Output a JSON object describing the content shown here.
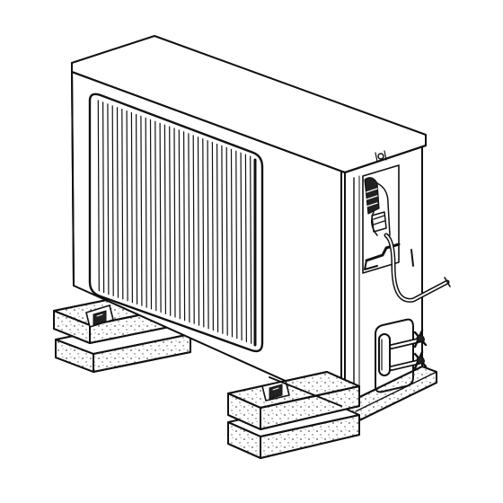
{
  "illustration": {
    "ink_color": "#111111",
    "paper_color": "#ffffff",
    "speckle_color": "#555555",
    "subject": "outdoor-air-conditioner-unit",
    "parts": [
      "top-cover",
      "front-grille",
      "side-panel",
      "wiring-compartment",
      "power-cable",
      "service-valves",
      "mounting-blocks"
    ]
  }
}
